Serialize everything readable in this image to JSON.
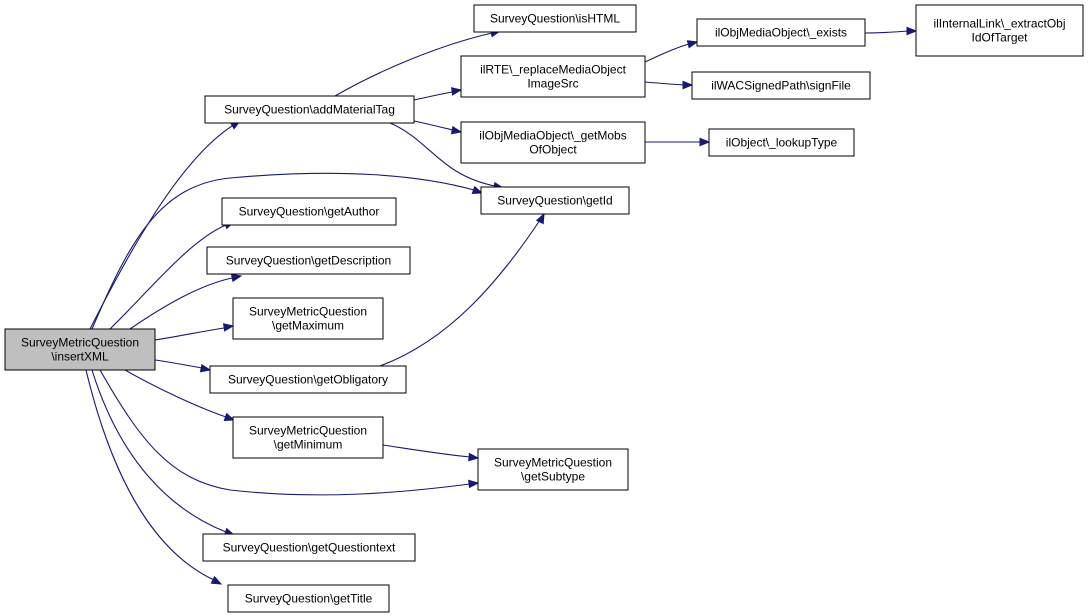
{
  "graph": {
    "nodes": [
      {
        "id": "insertXML",
        "lines": [
          "SurveyMetricQuestion",
          "\\insertXML"
        ],
        "root": true
      },
      {
        "id": "addMaterialTag",
        "lines": [
          "SurveyQuestion\\addMaterialTag"
        ]
      },
      {
        "id": "getAuthor",
        "lines": [
          "SurveyQuestion\\getAuthor"
        ]
      },
      {
        "id": "getDescription",
        "lines": [
          "SurveyQuestion\\getDescription"
        ]
      },
      {
        "id": "getMaximum",
        "lines": [
          "SurveyMetricQuestion",
          "\\getMaximum"
        ]
      },
      {
        "id": "getObligatory",
        "lines": [
          "SurveyQuestion\\getObligatory"
        ]
      },
      {
        "id": "getMinimum",
        "lines": [
          "SurveyMetricQuestion",
          "\\getMinimum"
        ]
      },
      {
        "id": "getQuestiontext",
        "lines": [
          "SurveyQuestion\\getQuestiontext"
        ]
      },
      {
        "id": "getTitle",
        "lines": [
          "SurveyQuestion\\getTitle"
        ]
      },
      {
        "id": "isHTML",
        "lines": [
          "SurveyQuestion\\isHTML"
        ]
      },
      {
        "id": "replaceMedia",
        "lines": [
          "ilRTE\\_replaceMediaObject",
          "ImageSrc"
        ]
      },
      {
        "id": "getMobs",
        "lines": [
          "ilObjMediaObject\\_getMobs",
          "OfObject"
        ]
      },
      {
        "id": "getId",
        "lines": [
          "SurveyQuestion\\getId"
        ]
      },
      {
        "id": "getSubtype",
        "lines": [
          "SurveyMetricQuestion",
          "\\getSubtype"
        ]
      },
      {
        "id": "exists",
        "lines": [
          "ilObjMediaObject\\_exists"
        ]
      },
      {
        "id": "signFile",
        "lines": [
          "ilWACSignedPath\\signFile"
        ]
      },
      {
        "id": "lookupType",
        "lines": [
          "ilObject\\_lookupType"
        ]
      },
      {
        "id": "extractObj",
        "lines": [
          "ilInternalLink\\_extractObj",
          "IdOfTarget"
        ]
      }
    ],
    "edges": [
      {
        "from": "insertXML",
        "to": "addMaterialTag"
      },
      {
        "from": "insertXML",
        "to": "getId"
      },
      {
        "from": "insertXML",
        "to": "getAuthor"
      },
      {
        "from": "insertXML",
        "to": "getDescription"
      },
      {
        "from": "insertXML",
        "to": "getMaximum"
      },
      {
        "from": "insertXML",
        "to": "getObligatory"
      },
      {
        "from": "insertXML",
        "to": "getMinimum"
      },
      {
        "from": "insertXML",
        "to": "getSubtype"
      },
      {
        "from": "insertXML",
        "to": "getQuestiontext"
      },
      {
        "from": "insertXML",
        "to": "getTitle"
      },
      {
        "from": "addMaterialTag",
        "to": "isHTML"
      },
      {
        "from": "addMaterialTag",
        "to": "replaceMedia"
      },
      {
        "from": "addMaterialTag",
        "to": "getMobs"
      },
      {
        "from": "addMaterialTag",
        "to": "getId"
      },
      {
        "from": "getObligatory",
        "to": "getId"
      },
      {
        "from": "getMinimum",
        "to": "getSubtype"
      },
      {
        "from": "replaceMedia",
        "to": "exists"
      },
      {
        "from": "replaceMedia",
        "to": "signFile"
      },
      {
        "from": "exists",
        "to": "extractObj"
      },
      {
        "from": "getMobs",
        "to": "lookupType"
      }
    ]
  },
  "colors": {
    "edge": "#191970",
    "root_fill": "#bfbfbf",
    "node_fill": "#ffffff",
    "node_stroke": "#000000"
  }
}
